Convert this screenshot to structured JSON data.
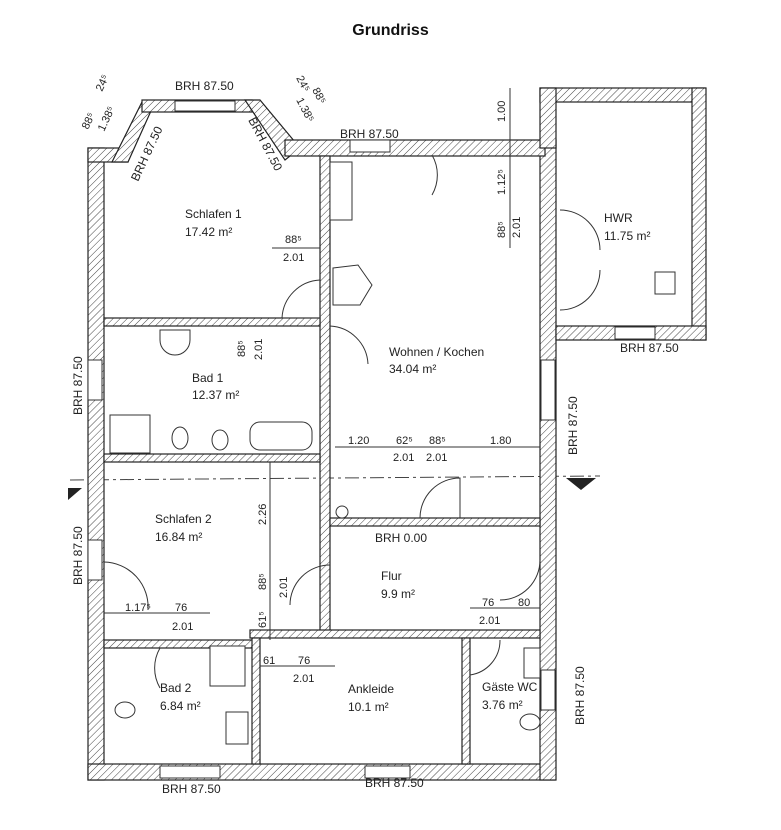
{
  "title": "Grundriss",
  "rooms": [
    {
      "name": "Schlafen 1",
      "area": "17.42 m²"
    },
    {
      "name": "Bad 1",
      "area": "12.37 m²"
    },
    {
      "name": "Wohnen / Kochen",
      "area": "34.04 m²"
    },
    {
      "name": "HWR",
      "area": "11.75 m²"
    },
    {
      "name": "Schlafen 2",
      "area": "16.84 m²"
    },
    {
      "name": "Flur",
      "area": "9.9 m²"
    },
    {
      "name": "Bad 2",
      "area": "6.84 m²"
    },
    {
      "name": "Ankleide",
      "area": "10.1 m²"
    },
    {
      "name": "Gäste WC",
      "area": "3.76 m²"
    }
  ],
  "labels": {
    "brh": "BRH 87.50",
    "brh0": "BRH 0.00"
  },
  "dims": {
    "d885": "88⁵",
    "d201": "2.01",
    "d138": "1.38⁵",
    "d245": "24⁵",
    "d100": "1.00",
    "d1125": "1.12⁵",
    "d120": "1.20",
    "d625": "62⁵",
    "d180": "1.80",
    "d226": "2.26",
    "d1175": "1.17⁵",
    "d76": "76",
    "d615": "61⁵",
    "d61": "61",
    "d80": "80"
  }
}
